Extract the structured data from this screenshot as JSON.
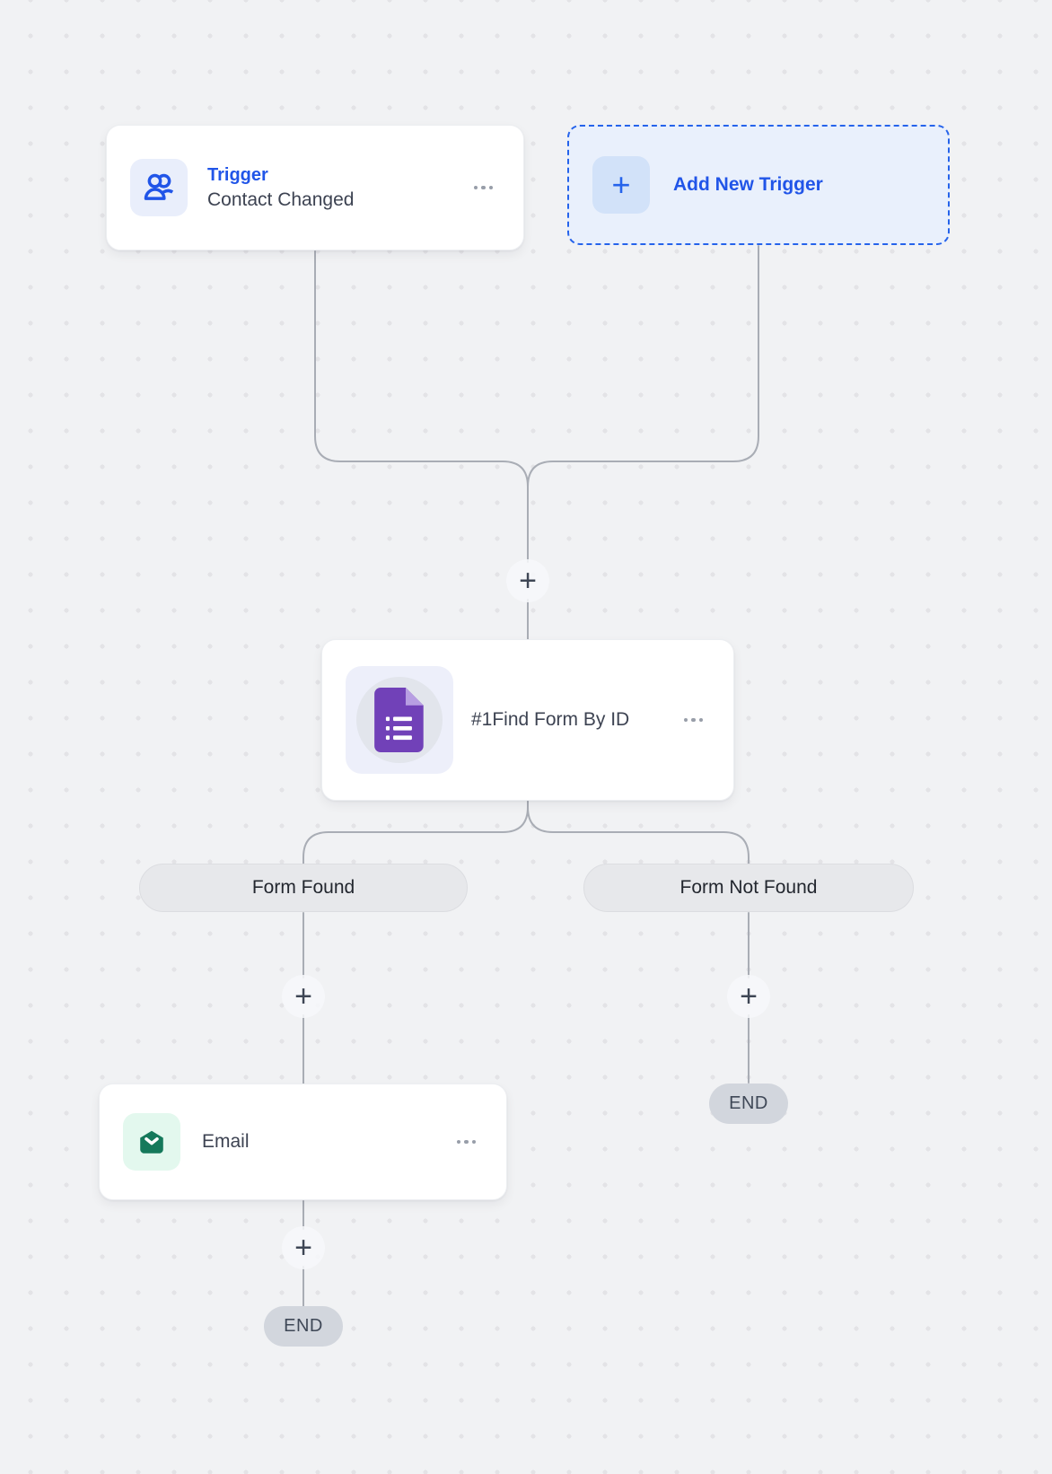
{
  "workflow": {
    "trigger_node": {
      "title": "Trigger",
      "subtitle": "Contact Changed",
      "icon": "users-icon",
      "menu_icon": "ellipsis-menu-icon"
    },
    "add_trigger_button": {
      "label": "Add New Trigger",
      "plus": "+",
      "icon": "plus-icon"
    },
    "action_node": {
      "label": "#1Find Form By ID",
      "icon": "google-forms-icon",
      "menu_icon": "ellipsis-menu-icon"
    },
    "branch_labels": {
      "left": "Form Found",
      "right": "Form Not Found"
    },
    "email_node": {
      "label": "Email",
      "icon": "email-icon",
      "menu_icon": "ellipsis-menu-icon"
    },
    "end_labels": {
      "left": "END",
      "right": "END"
    },
    "add_step_plus": "+"
  },
  "colors": {
    "background": "#f1f2f4",
    "dot_grid": "#e3e3e6",
    "accent_blue": "#2155e8",
    "add_trigger_bg": "#e9f0fc",
    "card_bg": "#ffffff",
    "text_dark": "#3d4352",
    "connector_gray": "#a9adb5",
    "branch_pill_bg": "#e7e8eb",
    "end_pill_bg": "#d2d6dd",
    "forms_purple": "#7141b8",
    "forms_fold_purple": "#b79ee2",
    "email_green": "#15795b",
    "email_icon_bg": "#e3f8ee"
  }
}
